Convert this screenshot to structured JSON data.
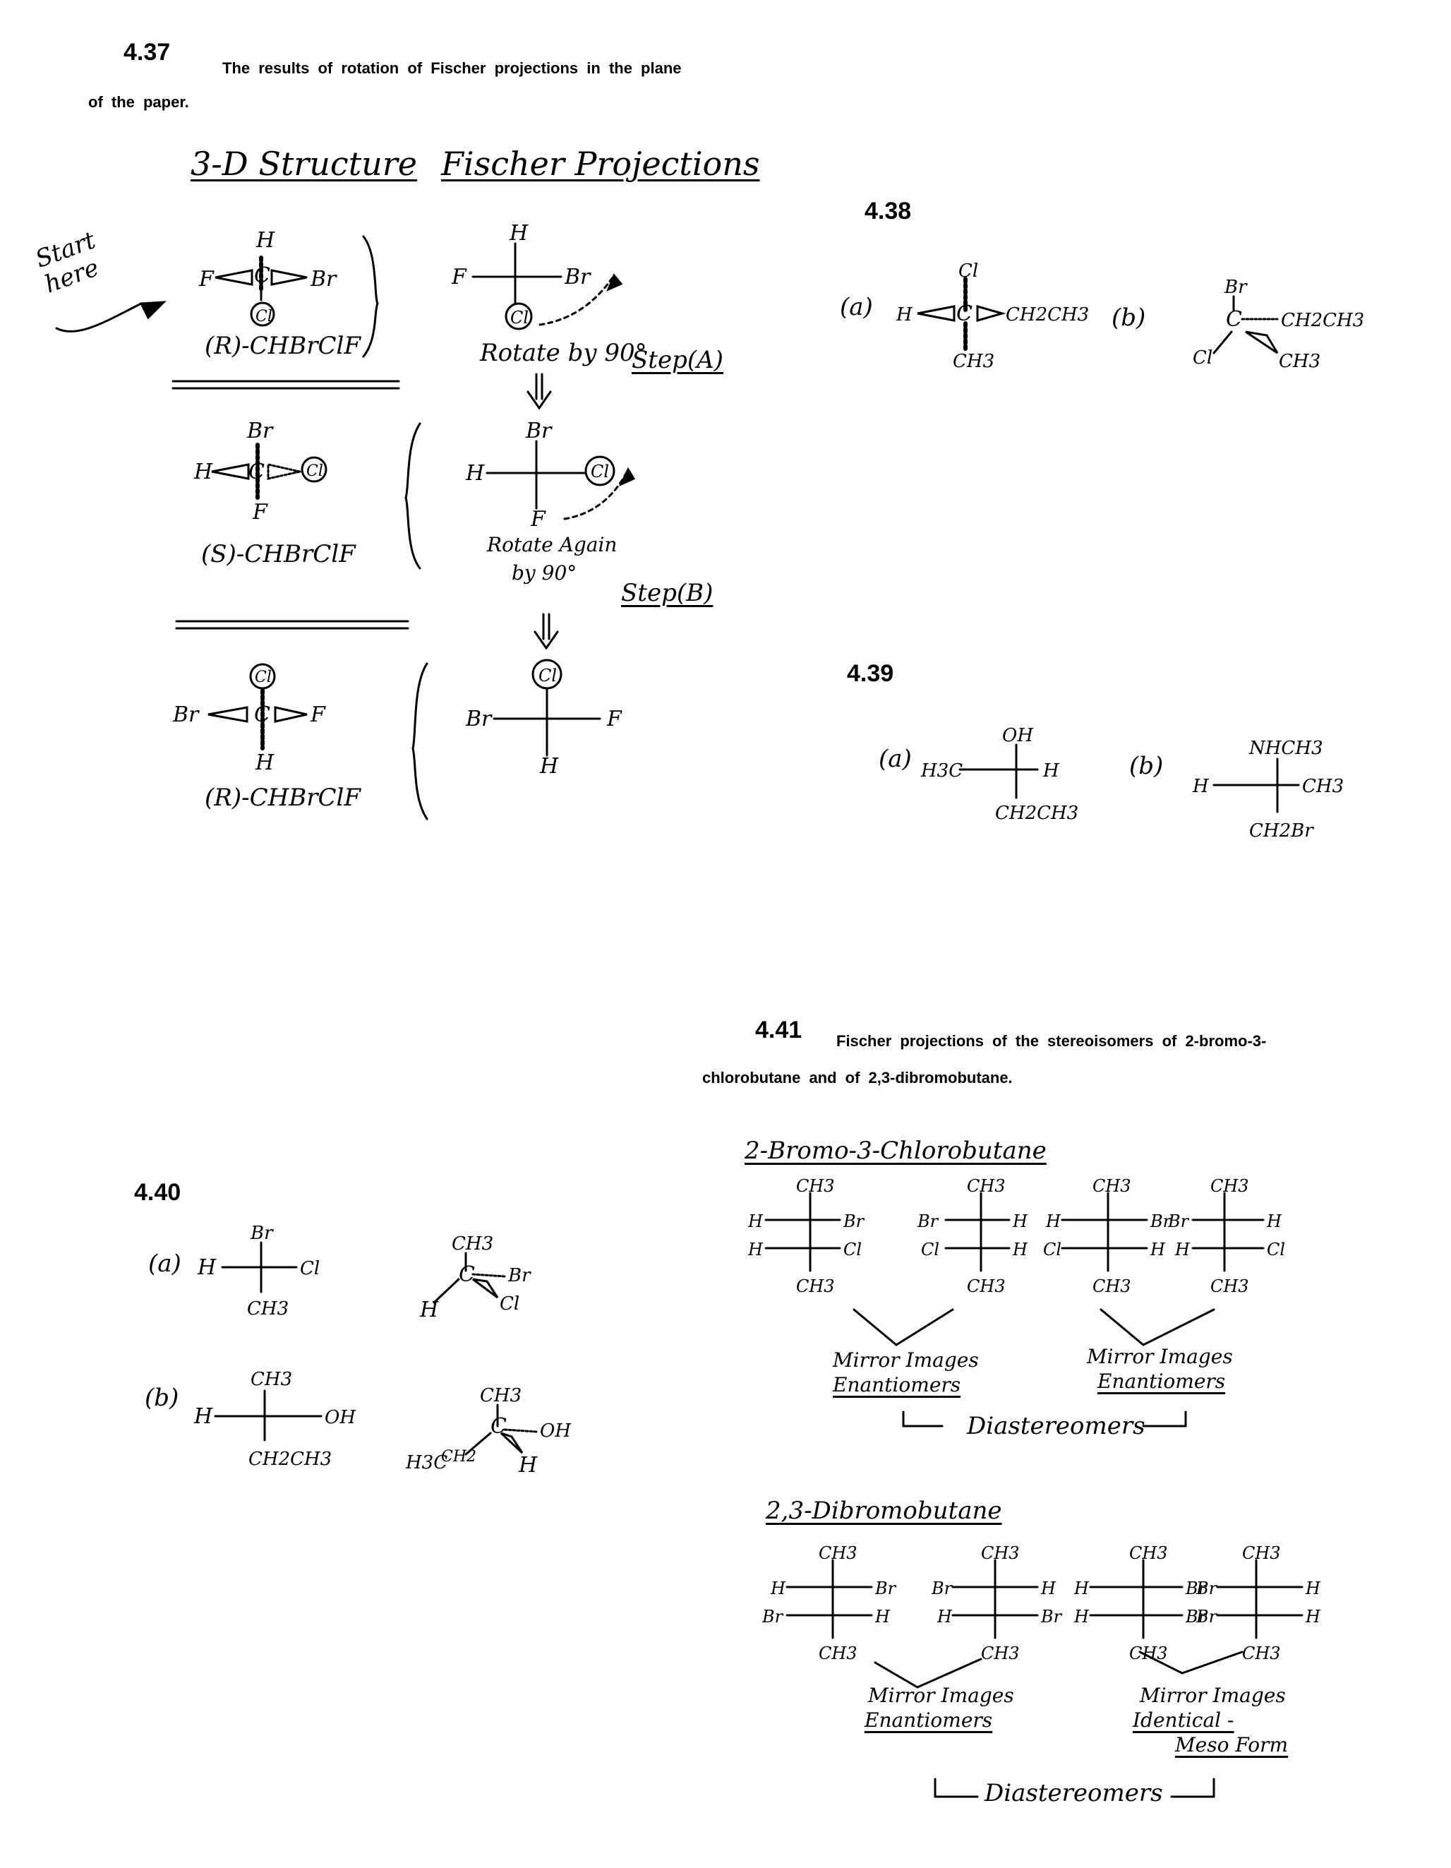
{
  "p437": {
    "number": "4.37",
    "caption_line1": "The results of rotation of Fischer projections in the plane",
    "caption_line2": "of the paper.",
    "col1_header": "3-D Structure",
    "col2_header": "Fischer Projections",
    "start_note": "Start here",
    "row1_name": "(R)-CHBrClF",
    "rotate_a": "Rotate by 90°",
    "step_a": "Step(A)",
    "row2_name": "(S)-CHBrClF",
    "rotate_b_line1": "Rotate Again",
    "rotate_b_line2": "by 90°",
    "step_b": "Step(B)",
    "row3_name": "(R)-CHBrClF"
  },
  "p438": {
    "number": "4.38",
    "a": "(a)",
    "b": "(b)"
  },
  "p439": {
    "number": "4.39",
    "a": "(a)",
    "b": "(b)"
  },
  "p440": {
    "number": "4.40",
    "a": "(a)",
    "b": "(b)"
  },
  "p441": {
    "number": "4.41",
    "caption_line1": "Fischer projections of the stereoisomers of 2-bromo-3-",
    "caption_line2": "chlorobutane and of 2,3-dibromobutane.",
    "title1": "2-Bromo-3-Chlorobutane",
    "mirror1": "Mirror Images",
    "enant1": "Enantiomers",
    "mirror2": "Mirror Images",
    "enant2": "Enantiomers",
    "diast1": "Diastereomers",
    "title2": "2,3-Dibromobutane",
    "mirror3": "Mirror Images",
    "enant3": "Enantiomers",
    "mirror4": "Mirror Images",
    "identical": "Identical -",
    "meso": "Meso Form",
    "diast2": "Diastereomers"
  },
  "atoms": {
    "H": "H",
    "F": "F",
    "Br": "Br",
    "Cl": "Cl",
    "C": "C",
    "CH3": "CH3",
    "OH": "OH",
    "CH2CH3": "CH2CH3",
    "H3C": "H3C",
    "NHCH3": "NHCH3",
    "CH2Br": "CH2Br"
  }
}
